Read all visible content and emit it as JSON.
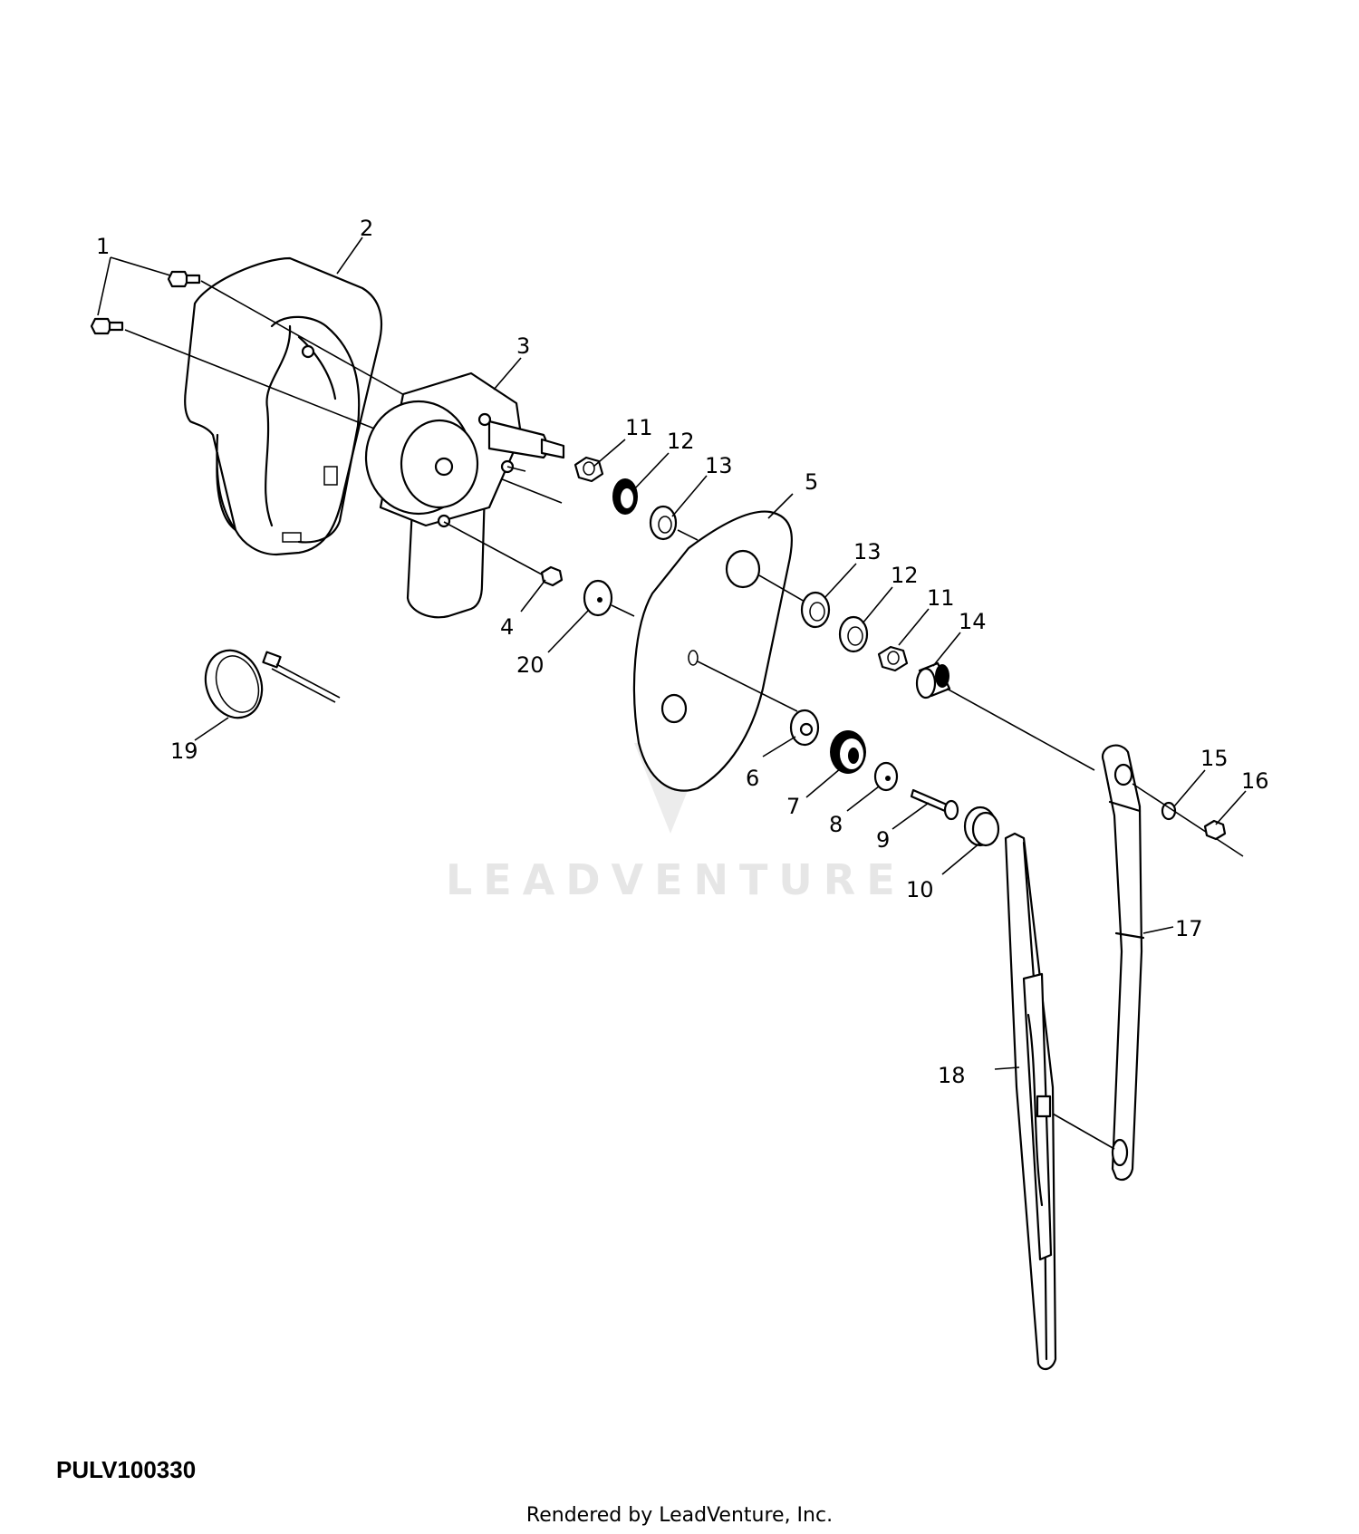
{
  "diagram_code": "PULV100330",
  "footer": "Rendered by LeadVenture, Inc.",
  "watermark": "LEADVENTURE",
  "callouts": {
    "c1": "1",
    "c2": "2",
    "c3": "3",
    "c4": "4",
    "c5": "5",
    "c6": "6",
    "c7": "7",
    "c8": "8",
    "c9": "9",
    "c10": "10",
    "c11a": "11",
    "c12a": "12",
    "c13a": "13",
    "c13b": "13",
    "c12b": "12",
    "c11b": "11",
    "c14": "14",
    "c15": "15",
    "c16": "16",
    "c17": "17",
    "c18": "18",
    "c19": "19",
    "c20": "20"
  }
}
